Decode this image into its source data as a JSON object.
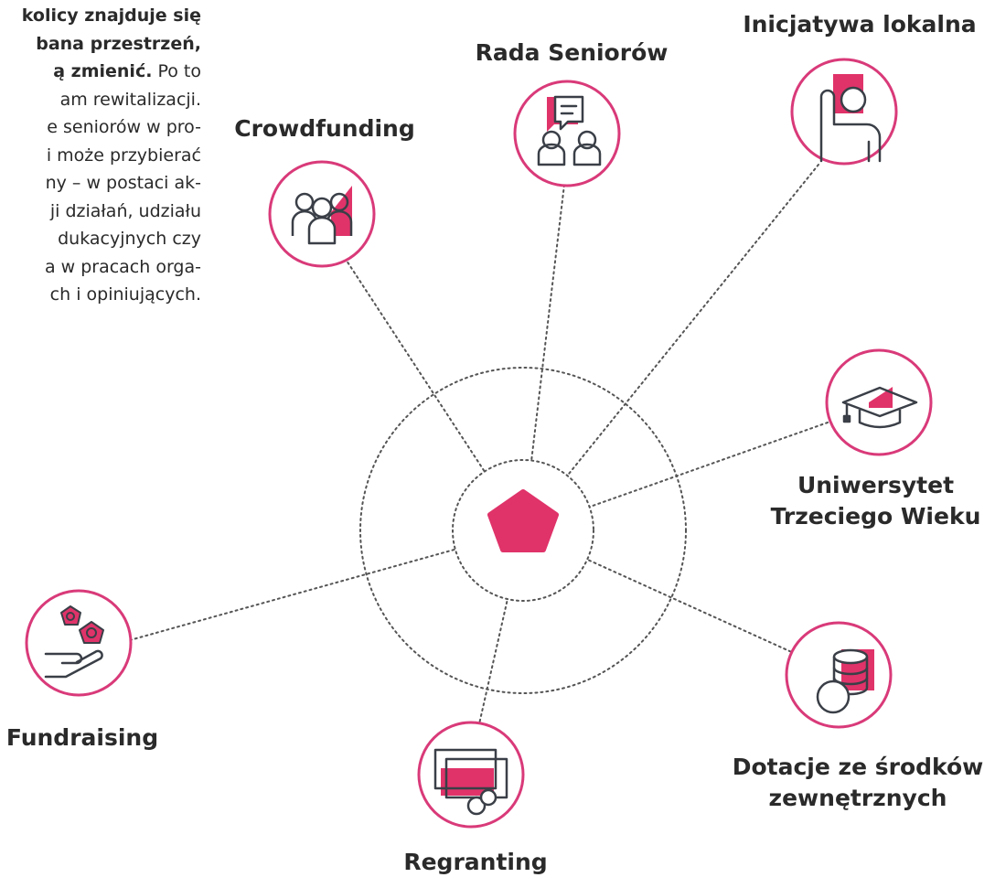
{
  "paragraph": {
    "lines": [
      {
        "bold": "kolicy znajduje się",
        "normal": ""
      },
      {
        "bold": "bana przestrzeń,",
        "normal": ""
      },
      {
        "bold": "ą zmienić.",
        "normal": " Po to"
      },
      {
        "bold": "",
        "normal": "am rewitalizacji."
      },
      {
        "bold": "",
        "normal": "e seniorów w pro-"
      },
      {
        "bold": "",
        "normal": "i może przybierać"
      },
      {
        "bold": "",
        "normal": "ny – w postaci ak-"
      },
      {
        "bold": "",
        "normal": "ji działań, udziału"
      },
      {
        "bold": "",
        "normal": "dukacyjnych czy"
      },
      {
        "bold": "",
        "normal": "a w pracach orga-"
      },
      {
        "bold": "",
        "normal": "ch i opiniujących."
      }
    ]
  },
  "nodes": {
    "crowdfunding": {
      "label": [
        "Crowdfunding"
      ],
      "icon": "group-of-people-icon"
    },
    "rada_seniorow": {
      "label": [
        "Rada Seniorów"
      ],
      "icon": "seniors-discussion-icon"
    },
    "inicjatywa_lokalna": {
      "label": [
        "Inicjatywa lokalna"
      ],
      "icon": "raised-hand-person-icon"
    },
    "uniwersytet": {
      "label": [
        "Uniwersytet",
        "Trzeciego Wieku"
      ],
      "icon": "graduation-cap-icon"
    },
    "dotacje": {
      "label": [
        "Dotacje ze środków",
        "zewnętrznych"
      ],
      "icon": "coin-stack-icon"
    },
    "regranting": {
      "label": [
        "Regranting"
      ],
      "icon": "cards-and-coins-icon"
    },
    "fundraising": {
      "label": [
        "Fundraising"
      ],
      "icon": "hand-with-coins-icon"
    }
  },
  "center": {
    "icon": "pentagon-icon"
  },
  "colors": {
    "accent": "#e0336a",
    "stroke": "#3a3f47",
    "dotted": "#555555"
  }
}
